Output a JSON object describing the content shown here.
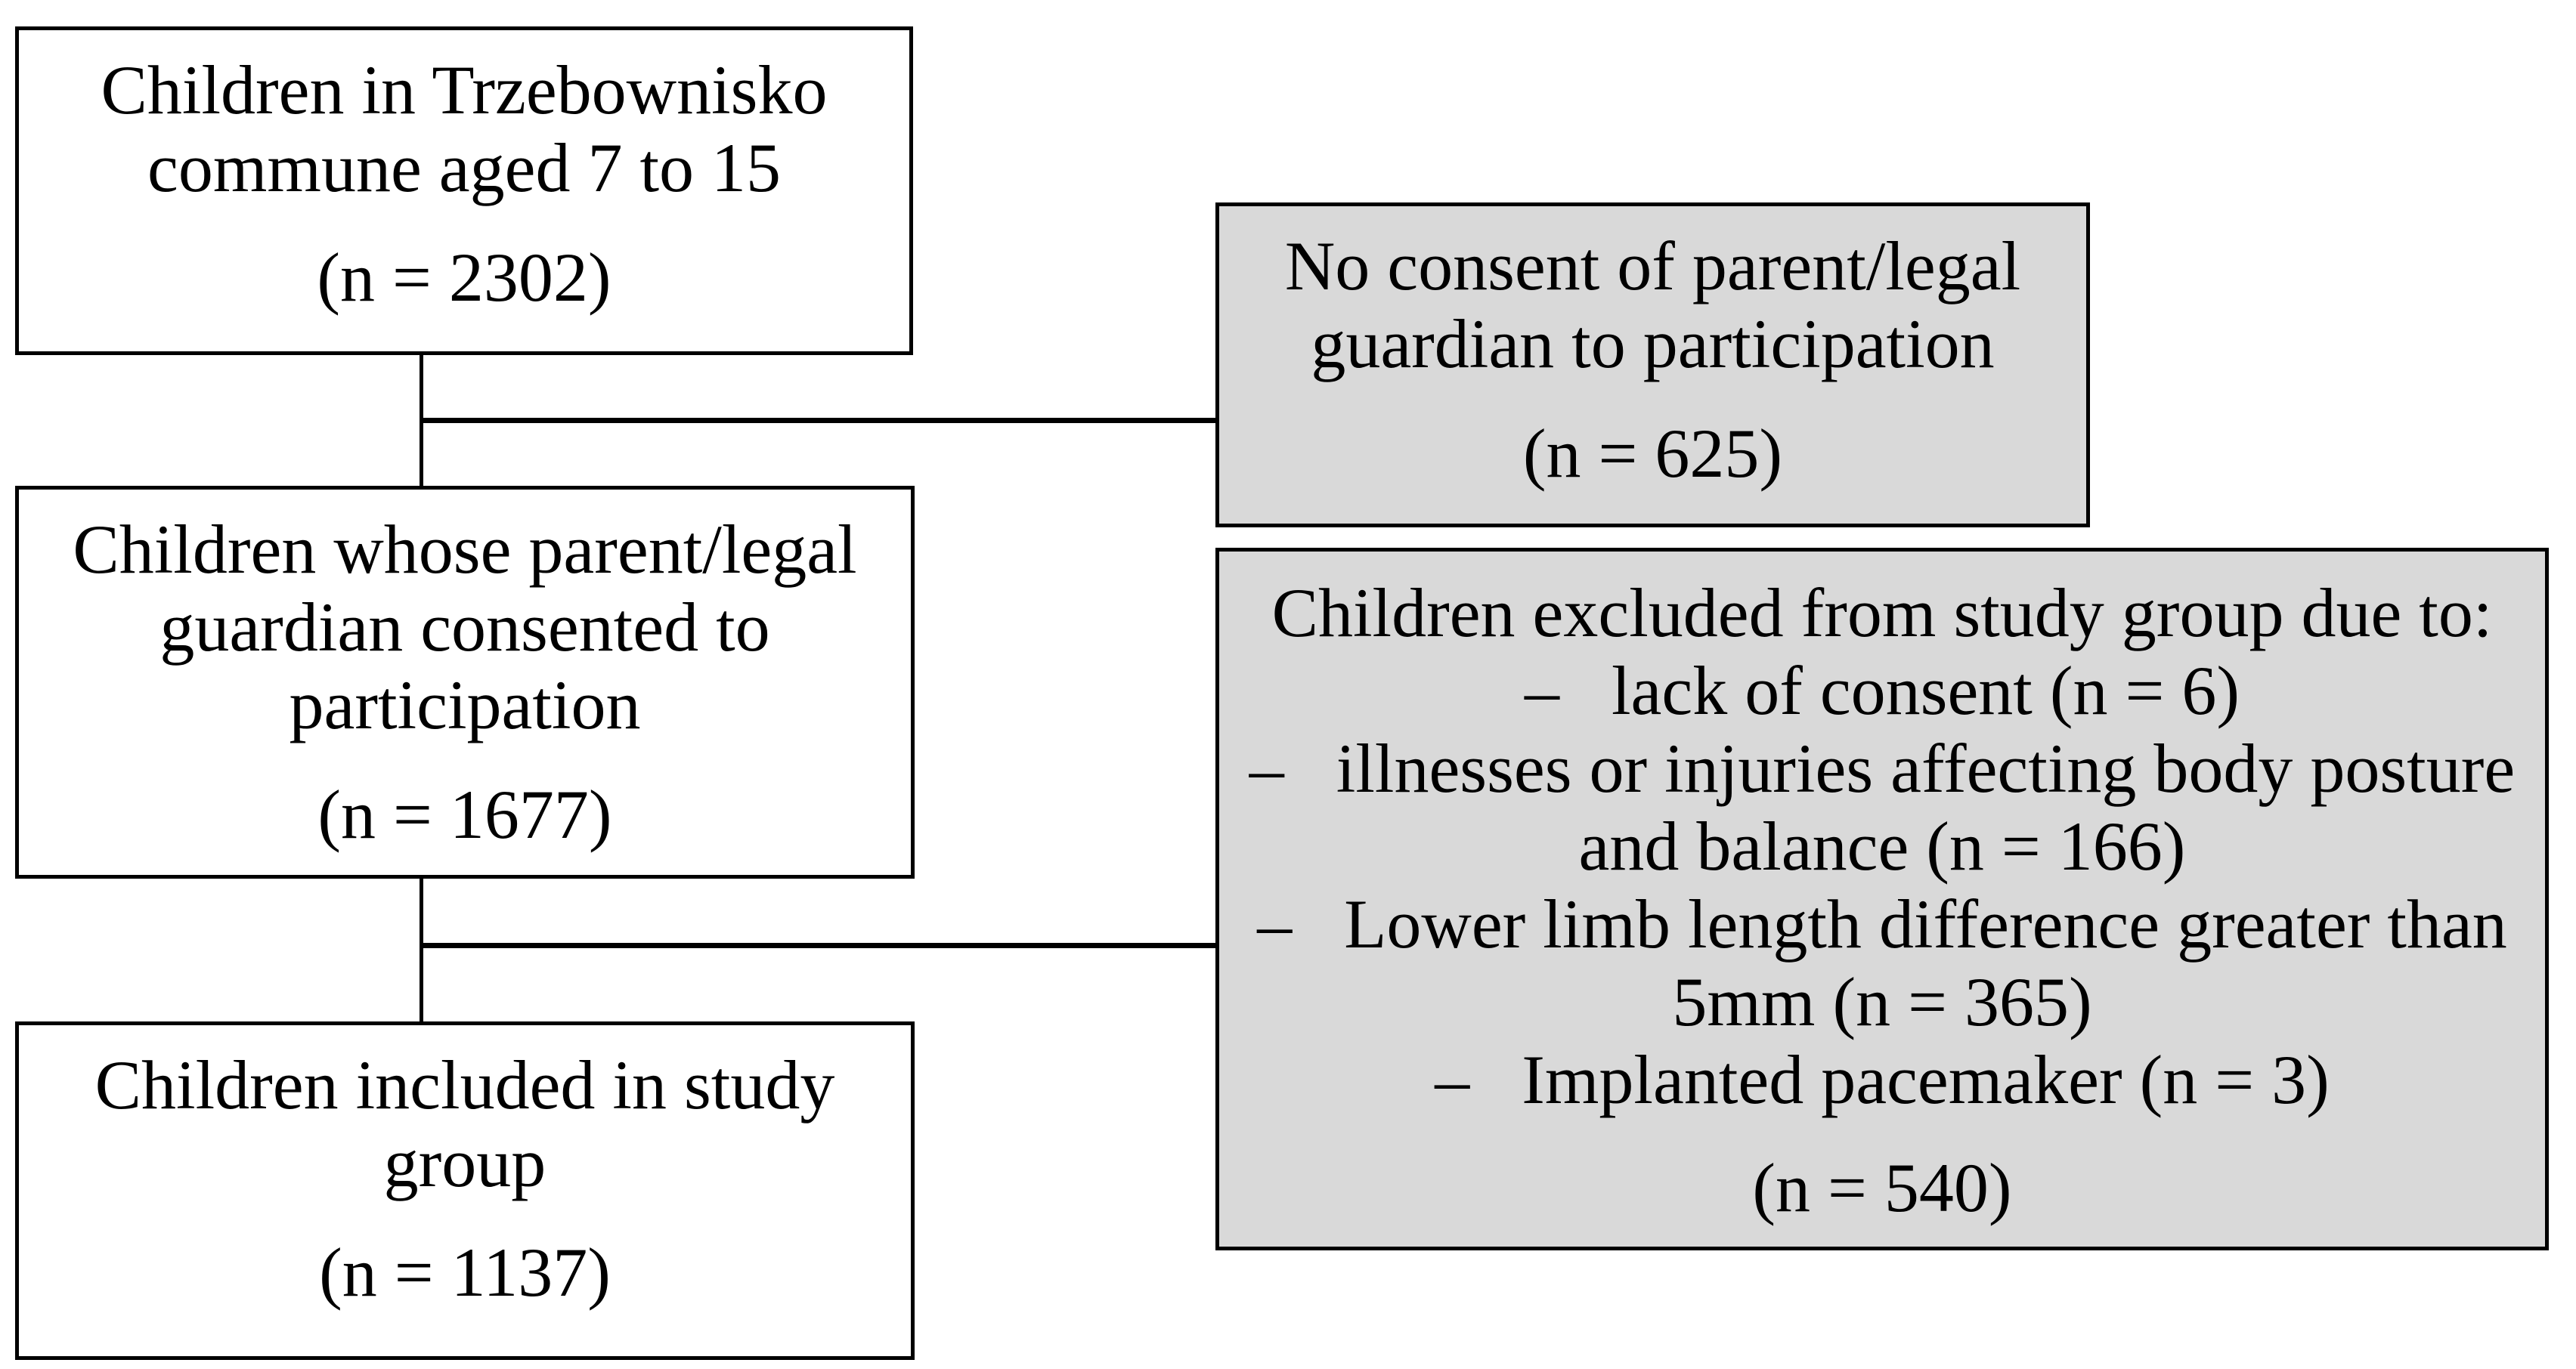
{
  "flowchart": {
    "colors": {
      "excluded_box_fill": "#d9d9d9",
      "main_box_fill": "#ffffff",
      "border_color": "#000000",
      "line_color": "#000000"
    },
    "boxes": {
      "population": {
        "lines": [
          "Children in Trzebownisko",
          "commune aged 7 to 15"
        ],
        "count": "(n = 2302)"
      },
      "no_consent": {
        "lines": [
          "No consent of parent/legal",
          "guardian to participation"
        ],
        "count": "(n = 625)"
      },
      "consented": {
        "lines": [
          "Children whose parent/legal",
          "guardian consented to",
          "participation"
        ],
        "count": "(n = 1677)"
      },
      "excluded": {
        "lines": [
          "Children excluded from study group due to:",
          "–   lack of consent (n = 6)",
          "–   illnesses or injuries affecting body posture",
          "and balance (n = 166)",
          "–   Lower limb length difference greater than",
          "5mm (n = 365)",
          "–   Implanted pacemaker (n = 3)"
        ],
        "count": "(n = 540)"
      },
      "included": {
        "lines": [
          "Children included in study",
          "group"
        ],
        "count": "(n = 1137)"
      }
    }
  }
}
